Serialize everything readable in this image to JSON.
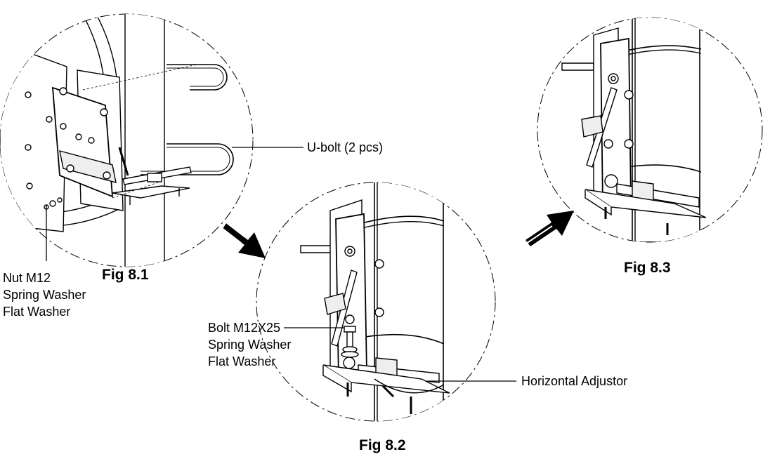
{
  "figures": {
    "fig1": "Fig 8.1",
    "fig2": "Fig 8.2",
    "fig3": "Fig 8.3"
  },
  "callouts": {
    "ubolt": "U-bolt (2 pcs)",
    "nut": [
      "Nut M12",
      "Spring Washer",
      "Flat Washer"
    ],
    "bolt": [
      "Bolt M12X25",
      "Spring Washer",
      "Flat Washer"
    ],
    "adjustor": "Horizontal Adjustor"
  },
  "colors": {
    "ink": "#000000",
    "paper": "#ffffff",
    "shade": "#e6e6e6"
  }
}
